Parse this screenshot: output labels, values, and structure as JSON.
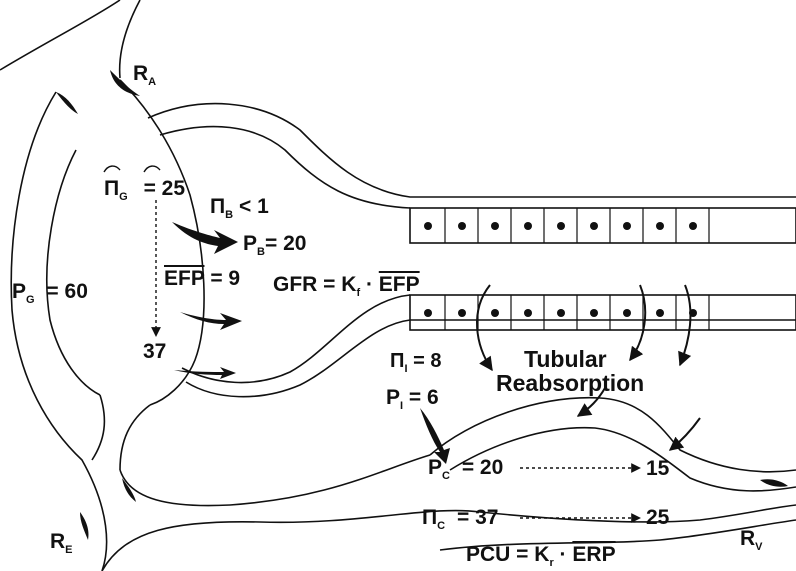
{
  "labels": {
    "ra": {
      "main": "R",
      "sub": "A"
    },
    "re": {
      "main": "R",
      "sub": "E"
    },
    "rv": {
      "main": "R",
      "sub": "V"
    },
    "pi_g": {
      "main": "Π",
      "sub": "G",
      "rest": "= 25"
    },
    "pi_b": {
      "main": "Π",
      "sub": "B",
      "rest": "< 1"
    },
    "p_b": {
      "main": "P",
      "sub": "B",
      "rest": "= 20"
    },
    "efp": {
      "over": "EFP",
      "rest": "= 9"
    },
    "p_g": {
      "main": "P",
      "sub": "G",
      "rest": "= 60"
    },
    "gfr": {
      "lead": "GFR = K",
      "sub": "f",
      "mid": " · ",
      "over": "EFP"
    },
    "val_37": "37",
    "pi_i": {
      "main": "Π",
      "sub": "I",
      "rest": "= 8"
    },
    "tubular": [
      "Tubular",
      "Reabsorption"
    ],
    "p_i": {
      "main": "P",
      "sub": "I",
      "rest": "= 6"
    },
    "p_c": {
      "main": "P",
      "sub": "C",
      "rest": "= 20",
      "end": "15"
    },
    "pi_c": {
      "main": "Π",
      "sub": "C",
      "rest": "= 37",
      "end": "25"
    },
    "pcu": {
      "lead": "PCU = K",
      "sub": "r",
      "mid": " · ",
      "over": "ERP"
    }
  },
  "colors": {
    "ink": "#111111",
    "paper": "#ffffff"
  }
}
